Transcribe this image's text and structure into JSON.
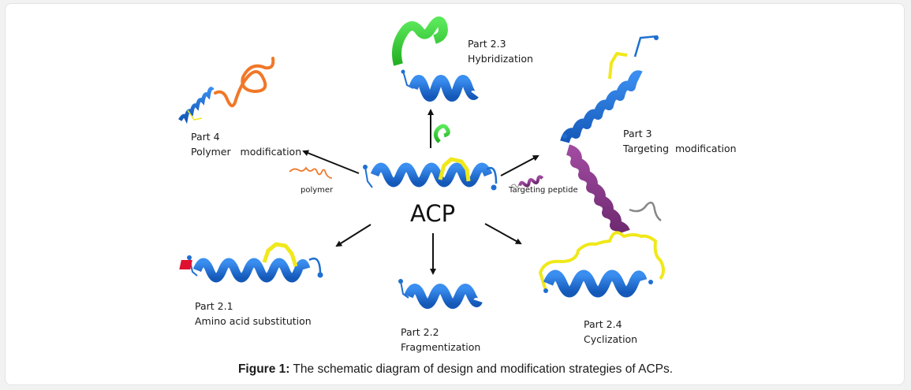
{
  "figure": {
    "center_label": "ACP",
    "caption_prefix": "Figure 1:",
    "caption_text": " The schematic diagram of design and modification strategies of ACPs.",
    "parts": [
      {
        "id": "part-4",
        "part": "Part 4",
        "title": "Polymer   modification"
      },
      {
        "id": "part-2-3",
        "part": "Part 2.3",
        "title": "Hybridization"
      },
      {
        "id": "part-3",
        "part": "Part 3",
        "title": "Targeting  modification"
      },
      {
        "id": "part-2-1",
        "part": "Part 2.1",
        "title": "Amino acid substitution"
      },
      {
        "id": "part-2-2",
        "part": "Part 2.2",
        "title": "Fragmentization"
      },
      {
        "id": "part-2-4",
        "part": "Part 2.4",
        "title": "Cyclization"
      }
    ],
    "reagents": {
      "polymer": "polymer",
      "targeting_peptide": "Targeting peptide"
    },
    "colors": {
      "helix_blue": "#1f6fd0",
      "disulfide_yellow": "#f0e81a",
      "polymer_orange": "#f07828",
      "hybrid_green": "#3cd23c",
      "targeting_purple": "#8a3a8a",
      "substitution_red": "#e01030",
      "linker_gray": "#888888",
      "arrow_black": "#111111"
    }
  }
}
